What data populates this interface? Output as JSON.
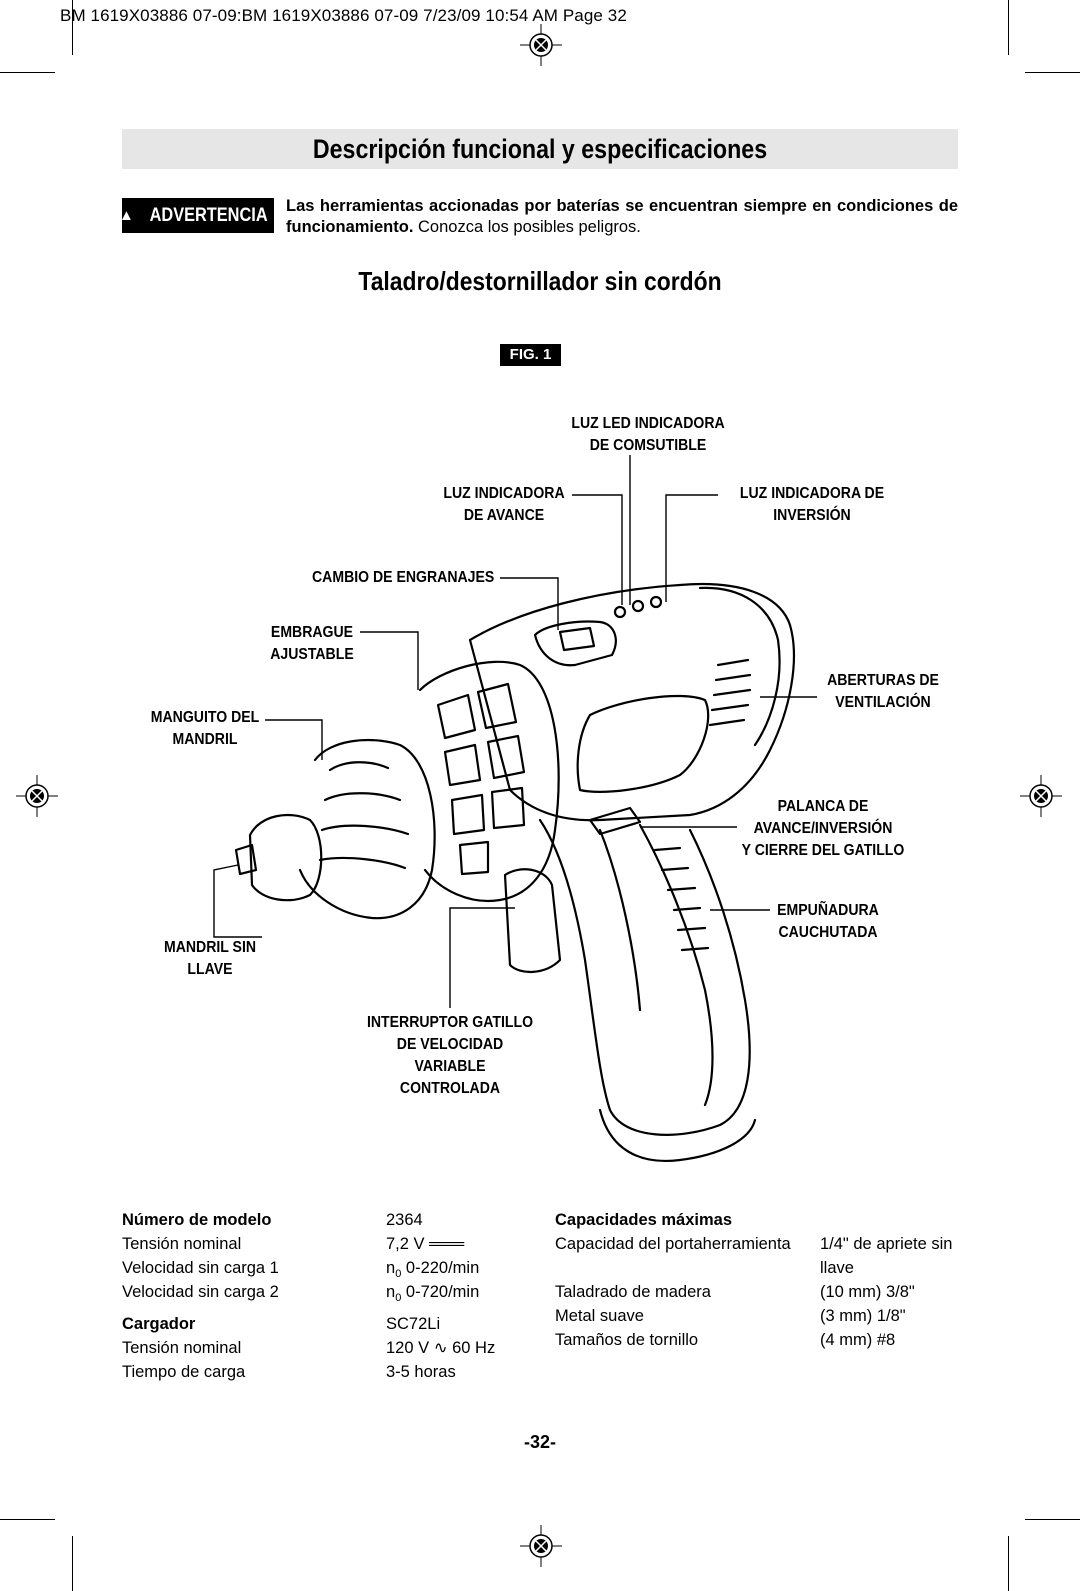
{
  "slug": "BM 1619X03886 07-09:BM 1619X03886 07-09  7/23/09  10:54 AM  Page 32",
  "title": "Descripción funcional y especificaciones",
  "warning": {
    "label": "ADVERTENCIA",
    "bold_text": "Las herramientas accionadas por baterías se encuentran siempre en condiciones de funcionamiento.",
    "text": " Conozca los posibles peligros."
  },
  "subtitle": "Taladro/destornillador sin cordón",
  "figure": {
    "label": "FIG. 1",
    "callouts": {
      "led_fuel": [
        "LUZ LED INDICADORA",
        "DE COMSUTIBLE"
      ],
      "forward": [
        "LUZ INDICADORA",
        "DE AVANCE"
      ],
      "reverse": [
        "LUZ INDICADORA DE",
        "INVERSIÓN"
      ],
      "gear": [
        "CAMBIO DE ENGRANAJES"
      ],
      "clutch": [
        "EMBRAGUE",
        "AJUSTABLE"
      ],
      "vents": [
        "ABERTURAS DE",
        "VENTILACIÓN"
      ],
      "sleeve": [
        "MANGUITO DEL",
        "MANDRIL"
      ],
      "lever": [
        "PALANCA DE",
        "AVANCE/INVERSIÓN",
        "Y CIERRE DEL GATILLO"
      ],
      "grip": [
        "EMPUÑADURA",
        "CAUCHUTADA"
      ],
      "keyless": [
        "MANDRIL SIN",
        "LLAVE"
      ],
      "trigger": [
        "INTERRUPTOR GATILLO",
        "DE VELOCIDAD",
        "VARIABLE",
        "CONTROLADA"
      ]
    }
  },
  "specs": {
    "left": [
      {
        "label": "Número de modelo",
        "value": "2364",
        "bold": true
      },
      {
        "label": "Tensión nominal",
        "value": "7,2 V ═══"
      },
      {
        "label": "Velocidad sin carga 1",
        "value_prefix": "n",
        "value_sub": "0",
        "value": " 0-220/min"
      },
      {
        "label": "Velocidad sin carga 2",
        "value_prefix": "n",
        "value_sub": "0",
        "value": " 0-720/min"
      },
      {
        "label": "Cargador",
        "value": "SC72Li",
        "bold": true
      },
      {
        "label": "Tensión nominal",
        "value": "120 V ∿ 60 Hz"
      },
      {
        "label": "Tiempo de carga",
        "value": "3-5 horas"
      }
    ],
    "right_header": "Capacidades máximas",
    "right": [
      {
        "label": "Capacidad del portaherramienta",
        "value": "1/4\" de apriete sin",
        "value2": "llave"
      },
      {
        "label": "Taladrado de madera",
        "value": "(10 mm) 3/8\""
      },
      {
        "label": "Metal suave",
        "value": "(3 mm) 1/8\""
      },
      {
        "label": "Tamaños de tornillo",
        "value": "(4 mm) #8"
      }
    ]
  },
  "page_number": "-32-"
}
